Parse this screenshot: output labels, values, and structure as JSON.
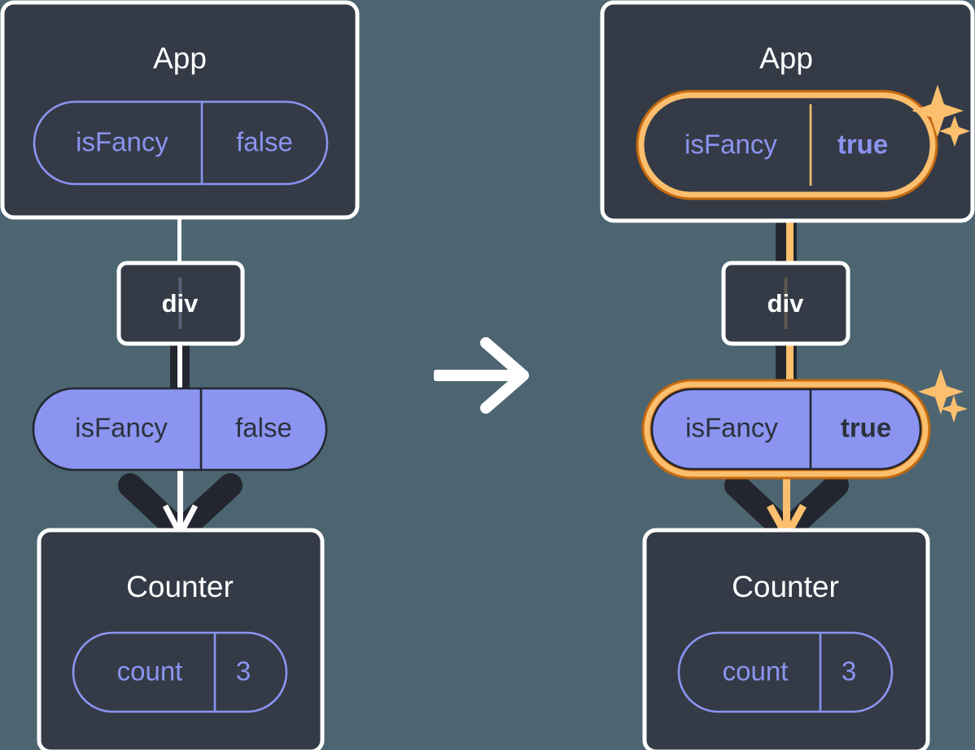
{
  "diagram": {
    "title": "React state propagation before and after isFancy changes",
    "background_color": "#4c6571",
    "panels": [
      {
        "id": "before",
        "name": "before-state",
        "root": {
          "label": "App",
          "prop": {
            "key": "isFancy",
            "value": "false",
            "highlighted": false
          }
        },
        "middle": {
          "label": "div"
        },
        "prop_pill": {
          "key": "isFancy",
          "value": "false",
          "highlighted": false
        },
        "leaf": {
          "label": "Counter",
          "prop": {
            "key": "count",
            "value": "3",
            "highlighted": false
          }
        },
        "sparkles": false
      },
      {
        "id": "after",
        "name": "after-state",
        "root": {
          "label": "App",
          "prop": {
            "key": "isFancy",
            "value": "true",
            "highlighted": true
          }
        },
        "middle": {
          "label": "div"
        },
        "prop_pill": {
          "key": "isFancy",
          "value": "true",
          "highlighted": true
        },
        "leaf": {
          "label": "Counter",
          "prop": {
            "key": "count",
            "value": "3",
            "highlighted": false
          }
        },
        "sparkles": true
      }
    ],
    "transition_arrow": {
      "icon": "arrow-right-icon",
      "color": "#ffffff"
    },
    "colors": {
      "background": "#4c6571",
      "box_fill": "#343b47",
      "box_stroke": "#ffffff",
      "pill_outline_stroke": "#8b94f0",
      "pill_solid_fill": "#8b94f0",
      "pill_solid_stroke": "#23272f",
      "text_light": "#ffffff",
      "text_purple": "#8b94f0",
      "text_dark": "#2c323d",
      "highlight_outer": "#c4690f",
      "highlight_inner": "#fbbf6e",
      "sparkle": "#fbbf6e",
      "connector_dark": "#23262f"
    }
  }
}
